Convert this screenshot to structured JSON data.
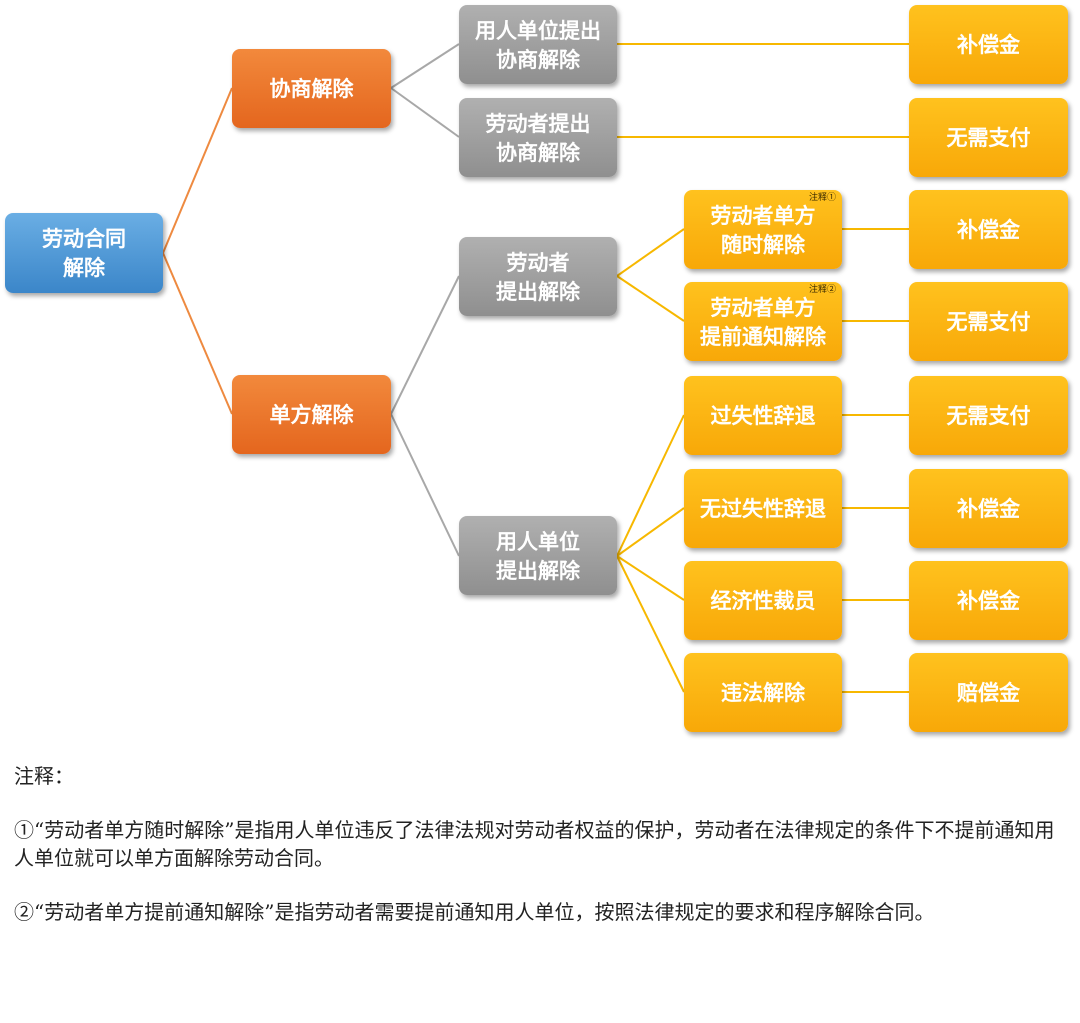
{
  "colors": {
    "root": "#4a97d9",
    "level1": "#ec7428",
    "level2": "#a0a0a0",
    "leaf": "#fbb512",
    "edge_orange": "#ee8a40",
    "edge_gray": "#a8a8a8",
    "edge_yellow": "#f7b800"
  },
  "nodes": {
    "root": "劳动合同\n解除",
    "xieshang": "协商解除",
    "danfang": "单方解除",
    "xs_employer": "用人单位提出\n协商解除",
    "xs_worker": "劳动者提出\n协商解除",
    "df_worker": "劳动者\n提出解除",
    "df_employer": "用人单位\n提出解除",
    "w_anytime": "劳动者单方\n随时解除",
    "w_notice": "劳动者单方\n提前通知解除",
    "e_fault": "过失性辞退",
    "e_nofault": "无过失性辞退",
    "e_layoff": "经济性裁员",
    "e_illegal": "违法解除"
  },
  "note_marks": {
    "m1": "注释①",
    "m2": "注释②"
  },
  "results": {
    "r1": "补偿金",
    "r2": "无需支付",
    "r3": "补偿金",
    "r4": "无需支付",
    "r5": "无需支付",
    "r6": "补偿金",
    "r7": "补偿金",
    "r8": "赔偿金"
  },
  "notes": {
    "title": "注释：",
    "note1": "①“劳动者单方随时解除”是指用人单位违反了法律法规对劳动者权益的保护，劳动者在法律规定的条件下不提前通知用人单位就可以单方面解除劳动合同。",
    "note2": "②“劳动者单方提前通知解除”是指劳动者需要提前通知用人单位，按照法律规定的要求和程序解除合同。"
  }
}
